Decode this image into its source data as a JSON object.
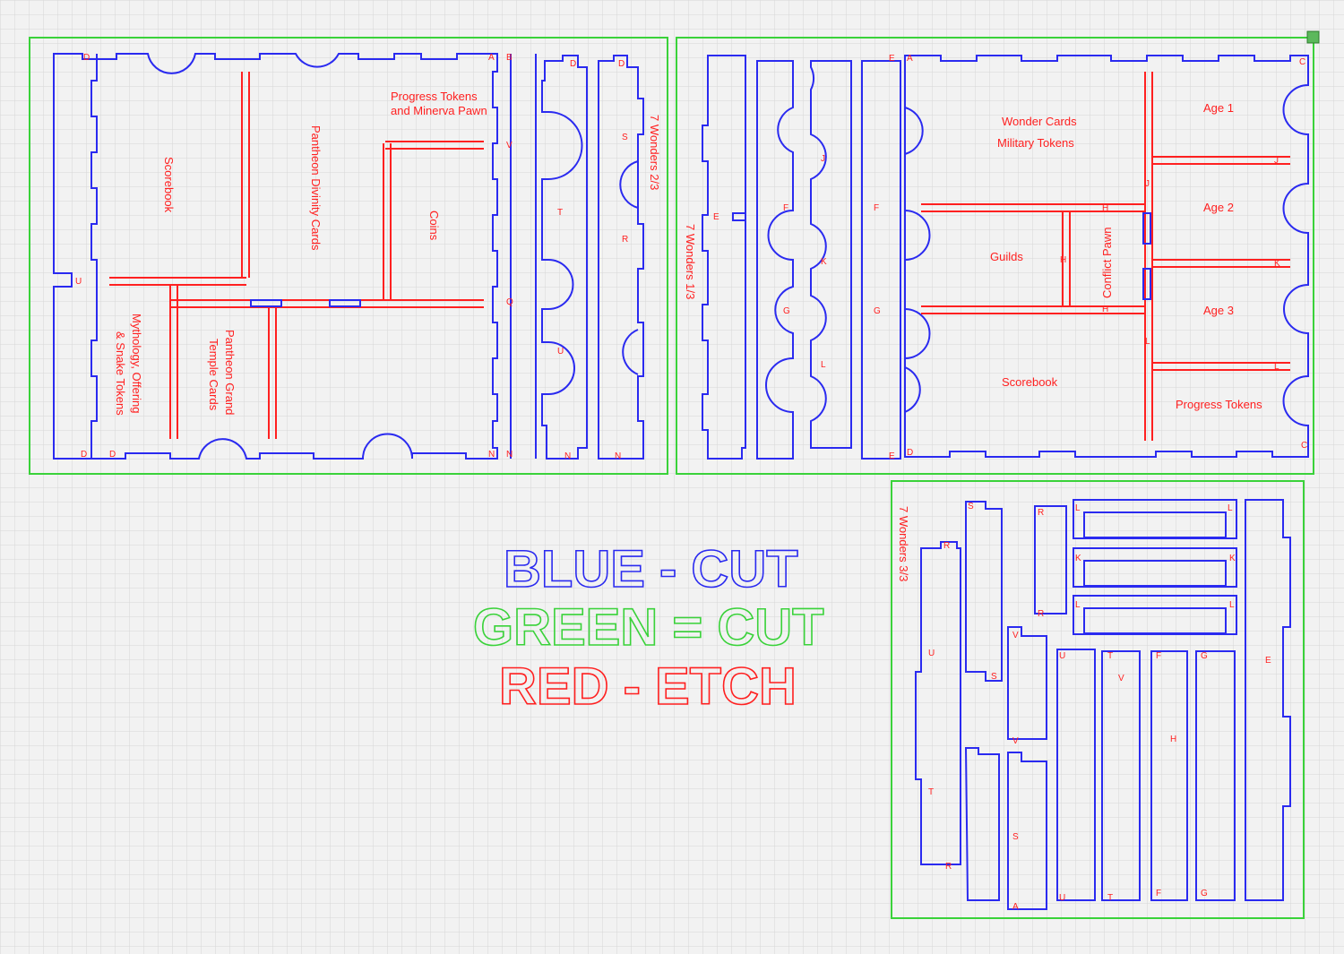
{
  "colors": {
    "cut_blue": "#2a2af0",
    "cut_green": "#3ad23a",
    "etch_red": "#ff2020",
    "grid": "#d6d6d6",
    "background": "#f2f2f2"
  },
  "sheet1": {
    "title": "7 Wonders 2/3",
    "labels": {
      "scorebook": "Scorebook",
      "pantheon_divinity": "Pantheon Divinity Cards",
      "progress_tokens_1": "Progress Tokens",
      "progress_tokens_2": "and Minerva Pawn",
      "coins": "Coins",
      "mythology_1": "Mythology, Offering",
      "mythology_2": "& Snake Tokens",
      "grand_temple_1": "Pantheon Grand",
      "grand_temple_2": "Temple Cards"
    }
  },
  "sheet2": {
    "title": "7 Wonders 1/3",
    "labels": {
      "wonder_cards": "Wonder Cards",
      "military_tokens": "Military Tokens",
      "age1": "Age 1",
      "age2": "Age 2",
      "age3": "Age 3",
      "guilds": "Guilds",
      "conflict_pawn": "Conflict Pawn",
      "scorebook": "Scorebook",
      "progress_tokens": "Progress Tokens"
    }
  },
  "sheet3": {
    "title": "7 Wonders 3/3"
  },
  "legend": {
    "blue": "BLUE - CUT",
    "green": "GREEN = CUT",
    "red": "RED - ETCH"
  }
}
